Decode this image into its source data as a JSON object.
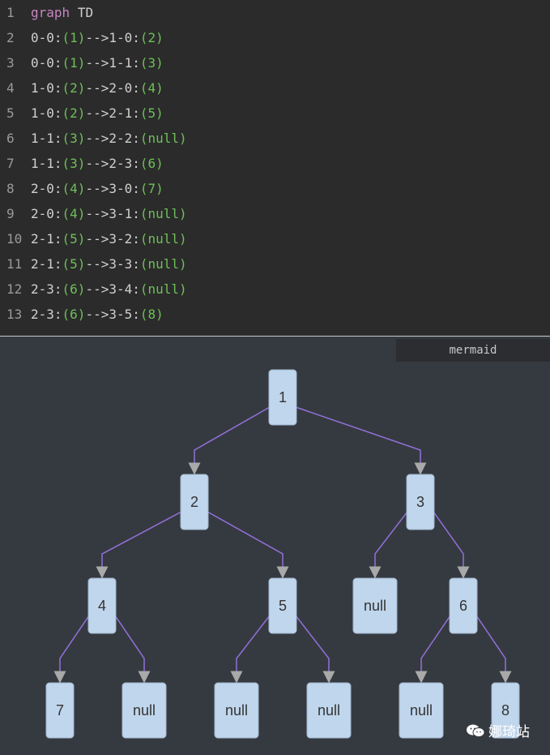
{
  "editor": {
    "lines": [
      {
        "n": "1",
        "parts": [
          {
            "t": "graph",
            "c": "kw"
          },
          {
            "t": " TD",
            "c": ""
          }
        ]
      },
      {
        "n": "2",
        "parts": [
          {
            "t": "0-0:",
            "c": ""
          },
          {
            "t": "(1)",
            "c": "num"
          },
          {
            "t": "-->1-0:",
            "c": ""
          },
          {
            "t": "(2)",
            "c": "num"
          }
        ]
      },
      {
        "n": "3",
        "parts": [
          {
            "t": "0-0:",
            "c": ""
          },
          {
            "t": "(1)",
            "c": "num"
          },
          {
            "t": "-->1-1:",
            "c": ""
          },
          {
            "t": "(3)",
            "c": "num"
          }
        ]
      },
      {
        "n": "4",
        "parts": [
          {
            "t": "1-0:",
            "c": ""
          },
          {
            "t": "(2)",
            "c": "num"
          },
          {
            "t": "-->2-0:",
            "c": ""
          },
          {
            "t": "(4)",
            "c": "num"
          }
        ]
      },
      {
        "n": "5",
        "parts": [
          {
            "t": "1-0:",
            "c": ""
          },
          {
            "t": "(2)",
            "c": "num"
          },
          {
            "t": "-->2-1:",
            "c": ""
          },
          {
            "t": "(5)",
            "c": "num"
          }
        ]
      },
      {
        "n": "6",
        "parts": [
          {
            "t": "1-1:",
            "c": ""
          },
          {
            "t": "(3)",
            "c": "num"
          },
          {
            "t": "-->2-2:",
            "c": ""
          },
          {
            "t": "(null)",
            "c": "num"
          }
        ]
      },
      {
        "n": "7",
        "parts": [
          {
            "t": "1-1:",
            "c": ""
          },
          {
            "t": "(3)",
            "c": "num"
          },
          {
            "t": "-->2-3:",
            "c": ""
          },
          {
            "t": "(6)",
            "c": "num"
          }
        ]
      },
      {
        "n": "8",
        "parts": [
          {
            "t": "2-0:",
            "c": ""
          },
          {
            "t": "(4)",
            "c": "num"
          },
          {
            "t": "-->3-0:",
            "c": ""
          },
          {
            "t": "(7)",
            "c": "num"
          }
        ]
      },
      {
        "n": "9",
        "parts": [
          {
            "t": "2-0:",
            "c": ""
          },
          {
            "t": "(4)",
            "c": "num"
          },
          {
            "t": "-->3-1:",
            "c": ""
          },
          {
            "t": "(null)",
            "c": "num"
          }
        ]
      },
      {
        "n": "10",
        "parts": [
          {
            "t": "2-1:",
            "c": ""
          },
          {
            "t": "(5)",
            "c": "num"
          },
          {
            "t": "-->3-2:",
            "c": ""
          },
          {
            "t": "(null)",
            "c": "num"
          }
        ]
      },
      {
        "n": "11",
        "parts": [
          {
            "t": "2-1:",
            "c": ""
          },
          {
            "t": "(5)",
            "c": "num"
          },
          {
            "t": "-->3-3:",
            "c": ""
          },
          {
            "t": "(null)",
            "c": "num"
          }
        ]
      },
      {
        "n": "12",
        "parts": [
          {
            "t": "2-3:",
            "c": ""
          },
          {
            "t": "(6)",
            "c": "num"
          },
          {
            "t": "-->3-4:",
            "c": ""
          },
          {
            "t": "(null)",
            "c": "num"
          }
        ]
      },
      {
        "n": "13",
        "parts": [
          {
            "t": "2-3:",
            "c": ""
          },
          {
            "t": "(6)",
            "c": "num"
          },
          {
            "t": "-->3-5:",
            "c": ""
          },
          {
            "t": "(8)",
            "c": "num"
          }
        ]
      }
    ]
  },
  "language_tag": "mermaid",
  "diagram": {
    "nodes": [
      {
        "id": "0-0",
        "label": "1"
      },
      {
        "id": "1-0",
        "label": "2"
      },
      {
        "id": "1-1",
        "label": "3"
      },
      {
        "id": "2-0",
        "label": "4"
      },
      {
        "id": "2-1",
        "label": "5"
      },
      {
        "id": "2-2",
        "label": "null"
      },
      {
        "id": "2-3",
        "label": "6"
      },
      {
        "id": "3-0",
        "label": "7"
      },
      {
        "id": "3-1",
        "label": "null"
      },
      {
        "id": "3-2",
        "label": "null"
      },
      {
        "id": "3-3",
        "label": "null"
      },
      {
        "id": "3-4",
        "label": "null"
      },
      {
        "id": "3-5",
        "label": "8"
      }
    ],
    "edges": [
      [
        "0-0",
        "1-0"
      ],
      [
        "0-0",
        "1-1"
      ],
      [
        "1-0",
        "2-0"
      ],
      [
        "1-0",
        "2-1"
      ],
      [
        "1-1",
        "2-2"
      ],
      [
        "1-1",
        "2-3"
      ],
      [
        "2-0",
        "3-0"
      ],
      [
        "2-0",
        "3-1"
      ],
      [
        "2-1",
        "3-2"
      ],
      [
        "2-1",
        "3-3"
      ],
      [
        "2-3",
        "3-4"
      ],
      [
        "2-3",
        "3-5"
      ]
    ],
    "colors": {
      "node_fill": "#c0d6ec",
      "node_stroke": "#9fb4cc",
      "edge": "#9370db",
      "arrow": "#a9a9a9"
    }
  },
  "watermark": {
    "text": "娜琦站",
    "icon": "wechat-icon"
  }
}
